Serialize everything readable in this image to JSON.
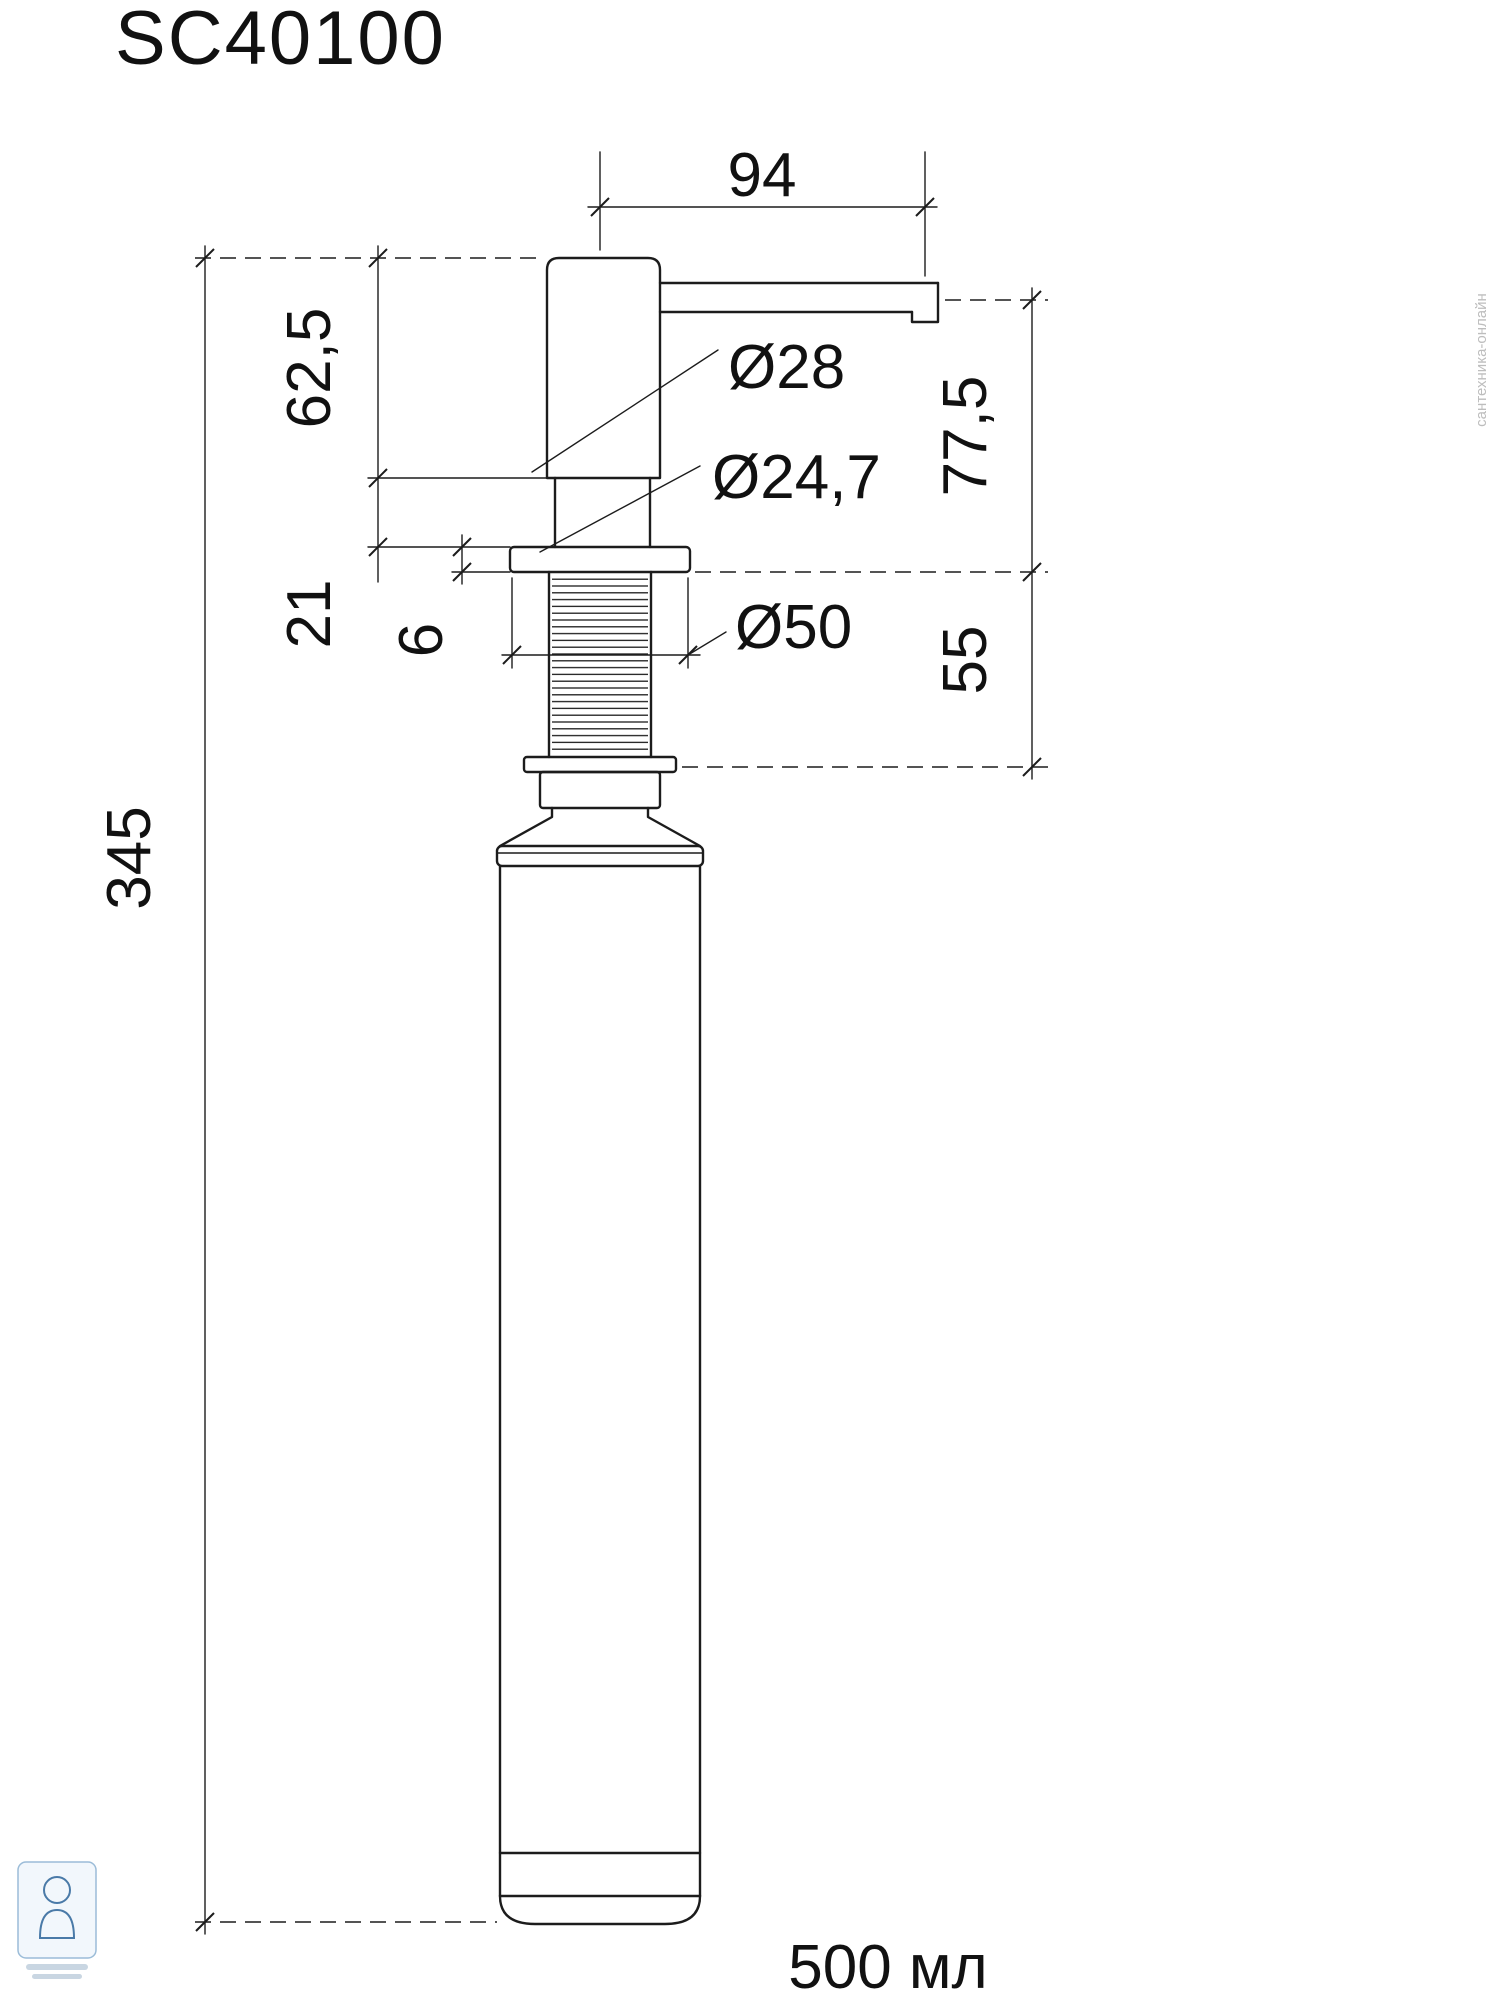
{
  "title": "SC40100",
  "dims": {
    "spout_reach": "94",
    "head_height": "62,5",
    "spout_diameter": "Ø28",
    "thread_diameter": "Ø24,7",
    "height_above_counter": "77,5",
    "neck_height": "21",
    "flange_thickness": "6",
    "flange_diameter": "Ø50",
    "depth_below_counter": "55",
    "total_height": "345",
    "capacity": "500 мл"
  },
  "watermark": {
    "side_text": "сантехника-онлайн"
  }
}
